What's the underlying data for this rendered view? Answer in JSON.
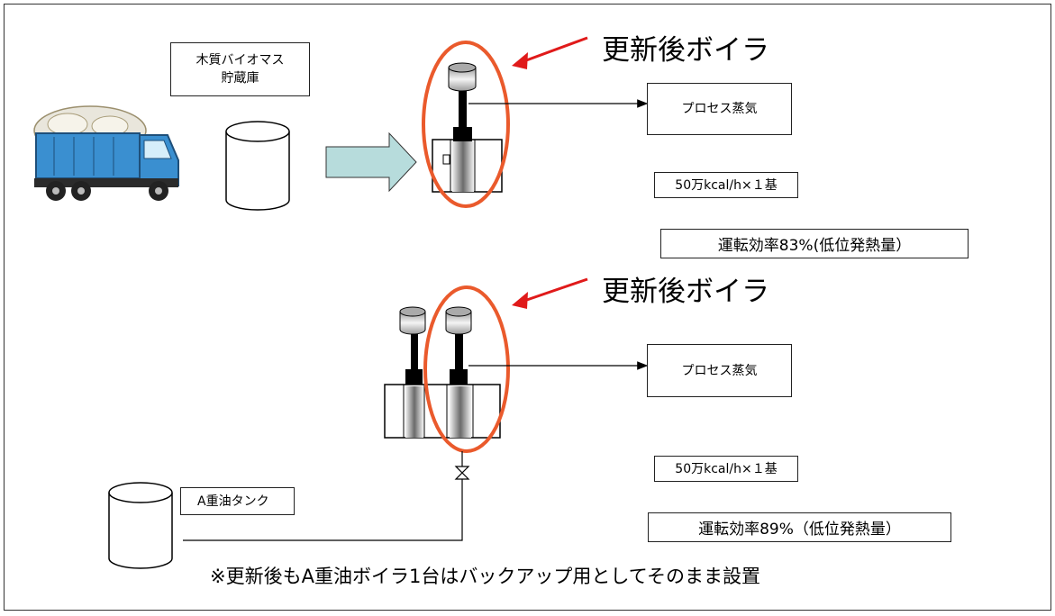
{
  "storage_label": "木質バイオマス\n貯蔵庫",
  "top": {
    "callout": "更新後ボイラ",
    "process_steam": "プロセス蒸気",
    "capacity": "50万kcal/h×１基",
    "efficiency": "運転効率83%(低位発熱量）"
  },
  "bottom": {
    "callout": "更新後ボイラ",
    "process_steam": "プロセス蒸気",
    "capacity": "50万kcal/h×１基",
    "efficiency": "運転効率89%（低位発熱量）",
    "tank_label": "A重油タンク"
  },
  "footnote": "※更新後もA重油ボイラ1台はバックアップ用としてそのまま設置",
  "colors": {
    "highlight_ellipse": "#ea5a2c",
    "callout_arrow": "#e01a1a",
    "feed_arrow_fill": "#b7dcdc",
    "truck_body": "#3a8fd0"
  }
}
